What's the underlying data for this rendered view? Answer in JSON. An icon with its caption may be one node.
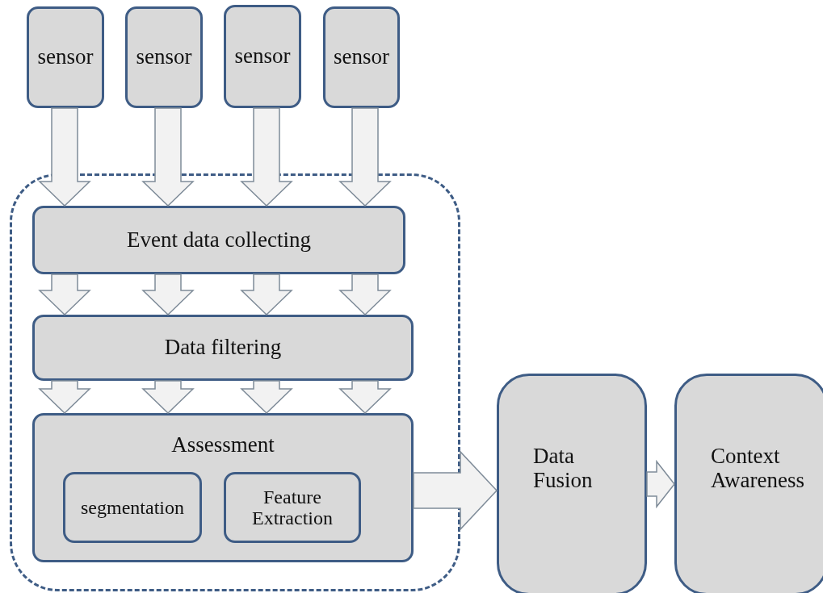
{
  "diagram": {
    "nodes": [
      {
        "text": [
          "sensor"
        ]
      },
      {
        "text": [
          "sensor"
        ]
      },
      {
        "text": [
          "sensor"
        ]
      },
      {
        "text": [
          "sensor"
        ]
      },
      {
        "text": [],
        "shape": "box"
      },
      {
        "text": [
          "Event data collecting"
        ],
        "in": 4
      },
      {
        "text": [
          "Data filtering"
        ],
        "in": 4
      },
      {
        "text": [
          "Assessment"
        ],
        "in": 4
      },
      {
        "text": [
          "segmentation"
        ],
        "in": 7
      },
      {
        "text": [
          "Feature Extraction"
        ],
        "in": 7
      },
      {
        "text": [
          "Data Fusion"
        ]
      },
      {
        "text": [
          "Context Awareness"
        ]
      }
    ],
    "edges": [
      {
        "from": 0,
        "to": 5,
        "arrow": "to"
      },
      {
        "from": 1,
        "to": 5,
        "arrow": "to"
      },
      {
        "from": 2,
        "to": 5,
        "arrow": "to"
      },
      {
        "from": 3,
        "to": 5,
        "arrow": "to"
      },
      {
        "from": 5,
        "to": 6,
        "arrow": "to"
      },
      {
        "from": 5,
        "to": 6,
        "arrow": "to"
      },
      {
        "from": 5,
        "to": 6,
        "arrow": "to"
      },
      {
        "from": 5,
        "to": 6,
        "arrow": "to"
      },
      {
        "from": 6,
        "to": 7,
        "arrow": "to"
      },
      {
        "from": 6,
        "to": 7,
        "arrow": "to"
      },
      {
        "from": 6,
        "to": 7,
        "arrow": "to"
      },
      {
        "from": 6,
        "to": 7,
        "arrow": "to"
      },
      {
        "from": 7,
        "to": 10,
        "arrow": "to"
      },
      {
        "from": 10,
        "to": 11,
        "arrow": "to"
      }
    ]
  }
}
